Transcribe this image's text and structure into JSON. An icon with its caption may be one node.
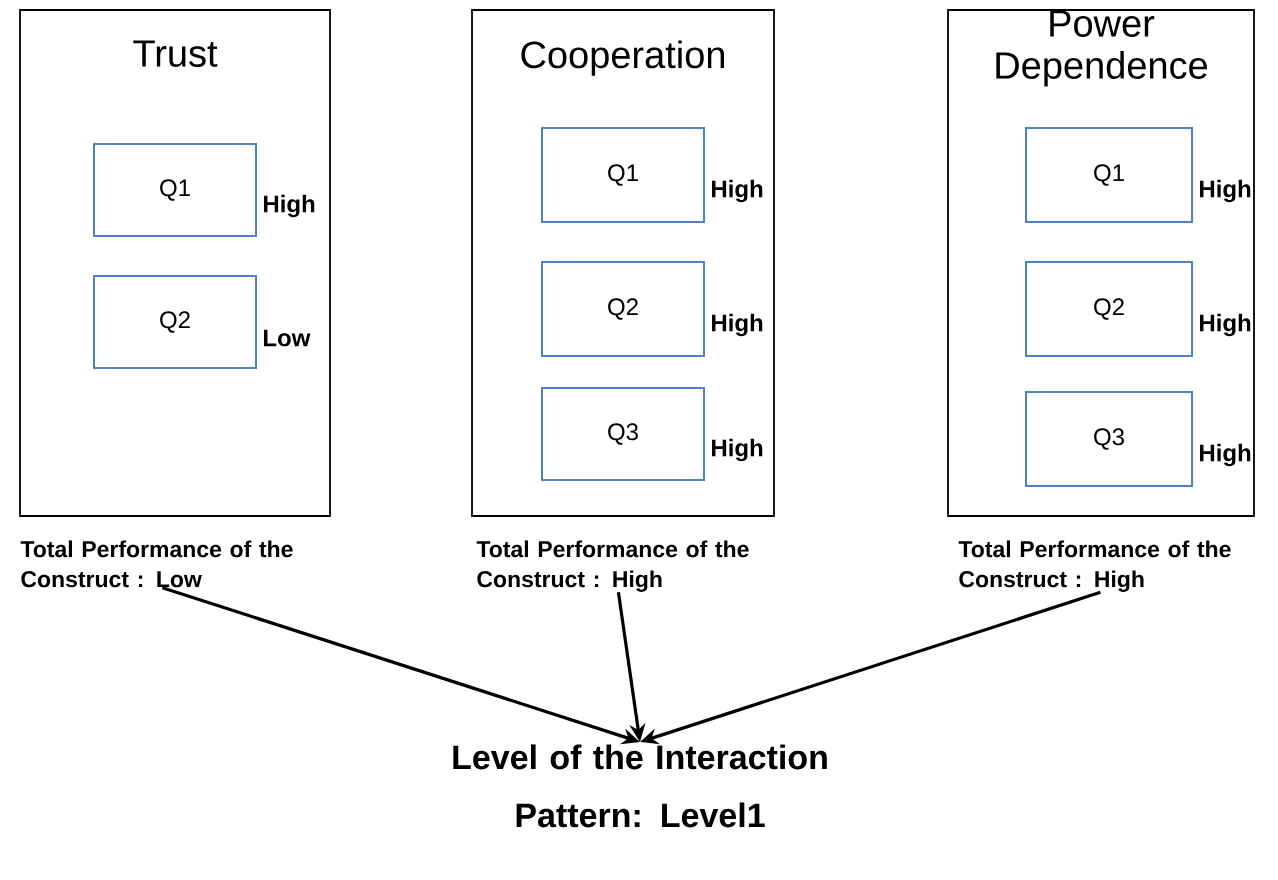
{
  "diagram": {
    "nodes": [
      {
        "text": [
          "Trust"
        ]
      },
      {
        "text": [
          "Q1"
        ],
        "in": 0,
        "beside": [
          "High"
        ]
      },
      {
        "text": [
          "Q2"
        ],
        "in": 0,
        "beside": [
          "Low"
        ]
      },
      {
        "text": [
          "Cooperation"
        ]
      },
      {
        "text": [
          "Q1"
        ],
        "in": 3,
        "beside": [
          "High"
        ]
      },
      {
        "text": [
          "Q2"
        ],
        "in": 3,
        "beside": [
          "High"
        ]
      },
      {
        "text": [
          "Q3"
        ],
        "in": 3,
        "beside": [
          "High"
        ]
      },
      {
        "text": [
          "Power Dependence"
        ]
      },
      {
        "text": [
          "Q1"
        ],
        "in": 7,
        "beside": [
          "High"
        ]
      },
      {
        "text": [
          "Q2"
        ],
        "in": 7,
        "beside": [
          "High"
        ]
      },
      {
        "text": [
          "Q3"
        ],
        "in": 7,
        "beside": [
          "High"
        ]
      },
      {
        "text": [
          "Total Performance of the Construct : Low"
        ]
      },
      {
        "text": [
          "Total Performance of the Construct : High"
        ]
      },
      {
        "text": [
          "Total Performance of the Construct : High"
        ]
      },
      {
        "text": [
          "Level of the Interaction Pattern: Level1"
        ]
      }
    ],
    "edges": [
      {
        "from": 11,
        "to": 14,
        "arrow": "to"
      },
      {
        "from": 12,
        "to": 14,
        "arrow": "to"
      },
      {
        "from": 13,
        "to": 14,
        "arrow": "to"
      }
    ]
  }
}
